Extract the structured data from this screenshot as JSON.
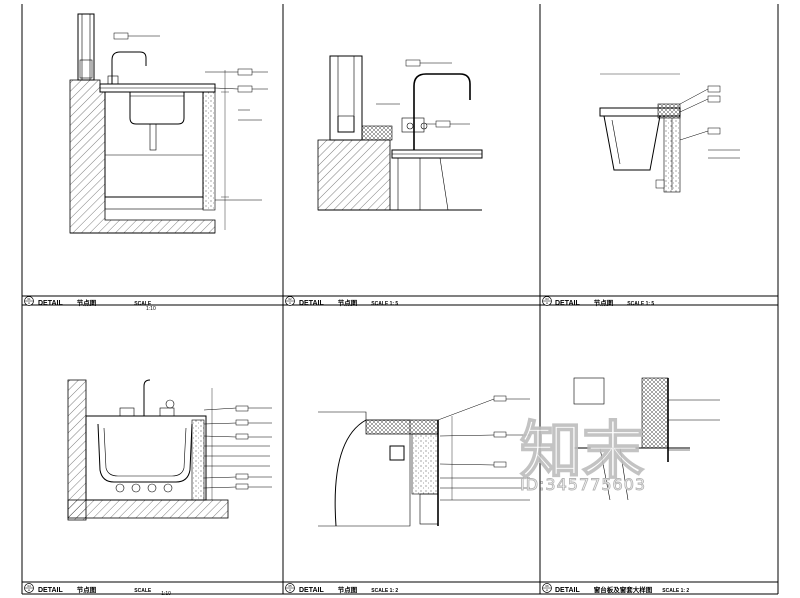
{
  "sheet": {
    "panels": [
      {
        "id": "p1",
        "symbol_top": "01",
        "symbol_bottom": "A",
        "label": "DETAIL",
        "name": "节点图",
        "scale_label": "SCALE",
        "scale_value": "1:10"
      },
      {
        "id": "p2",
        "symbol_top": "02",
        "symbol_bottom": "A",
        "label": "DETAIL",
        "name": "节点图",
        "scale_label": "SCALE 1: 5",
        "scale_value": ""
      },
      {
        "id": "p3",
        "symbol_top": "03",
        "symbol_bottom": "A",
        "label": "DETAIL",
        "name": "节点图",
        "scale_label": "SCALE 1: 5",
        "scale_value": ""
      },
      {
        "id": "p4",
        "symbol_top": "04",
        "symbol_bottom": "A",
        "label": "DETAIL",
        "name": "节点图",
        "scale_label": "SCALE",
        "scale_value": "1:10"
      },
      {
        "id": "p5",
        "symbol_top": "05",
        "symbol_bottom": "A",
        "label": "DETAIL",
        "name": "节点图",
        "scale_label": "SCALE 1: 2",
        "scale_value": ""
      },
      {
        "id": "p6",
        "symbol_top": "06",
        "symbol_bottom": "A",
        "label": "DETAIL",
        "name": "窗台板及窗套大样图",
        "scale_label": "SCALE 1: 2",
        "scale_value": ""
      }
    ]
  },
  "watermark": {
    "brand": "知末",
    "id_text": "ID:345775603"
  },
  "icons": {
    "detail_symbol": "circle-section-icon",
    "material_tag": "material-tag-icon"
  },
  "colors": {
    "line": "#000000",
    "paper": "#ffffff",
    "watermark_outline": "#bdbdbd"
  }
}
